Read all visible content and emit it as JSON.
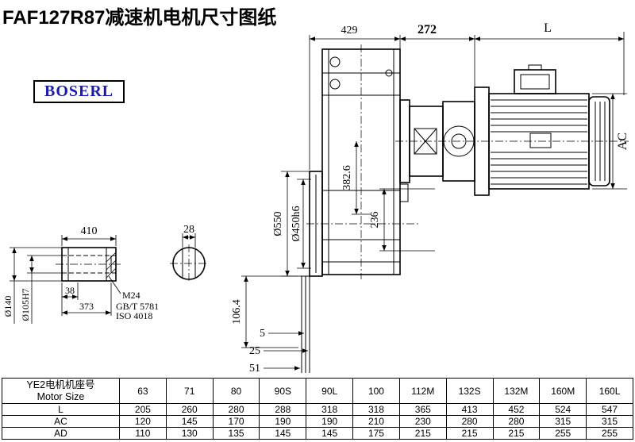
{
  "page": {
    "title": "FAF127R87减速机电机尺寸图纸",
    "brand": "BOSERL"
  },
  "dims": {
    "top_width": "429",
    "adapter_width": "272",
    "motor_length": "L",
    "motor_height": "AC",
    "flange_od": "Ø550",
    "flange_spigot": "Ø450h6",
    "center_height": "382.6",
    "output_height": "236",
    "shaft_length": "410",
    "key_width": "28",
    "step_38": "38",
    "step_373": "373",
    "shaft_od": "Ø140",
    "bore": "Ø105H7",
    "tap": "M24",
    "tap_std_gb": "GB/T 5781",
    "tap_std_iso": "ISO 4018",
    "face_height": "106.4",
    "offset_1": "5",
    "offset_2": "25",
    "offset_3": "51"
  },
  "table": {
    "header_cn": "YE2电机机座号",
    "header_en": "Motor Size",
    "columns": [
      "63",
      "71",
      "80",
      "90S",
      "90L",
      "100",
      "112M",
      "132S",
      "132M",
      "160M",
      "160L"
    ],
    "rows": [
      {
        "label": "L",
        "values": [
          "205",
          "260",
          "280",
          "288",
          "318",
          "318",
          "365",
          "413",
          "452",
          "524",
          "547"
        ]
      },
      {
        "label": "AC",
        "values": [
          "120",
          "145",
          "170",
          "190",
          "190",
          "210",
          "230",
          "280",
          "280",
          "315",
          "315"
        ]
      },
      {
        "label": "AD",
        "values": [
          "110",
          "130",
          "135",
          "145",
          "145",
          "175",
          "215",
          "215",
          "215",
          "255",
          "255"
        ]
      }
    ]
  }
}
